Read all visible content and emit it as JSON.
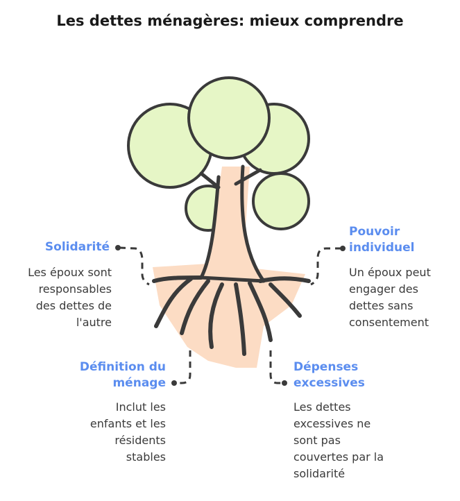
{
  "title": "Les dettes ménagères: mieux comprendre",
  "colors": {
    "accent": "#5b8def",
    "canopy": "#e6f6c6",
    "trunk": "#fcdcc4",
    "stroke": "#3a3a3a"
  },
  "items": [
    {
      "label_lines": [
        "Solidarité"
      ],
      "desc_lines": [
        "Les époux sont",
        "responsables",
        "des dettes de",
        "l'autre"
      ]
    },
    {
      "label_lines": [
        "Pouvoir",
        "individuel"
      ],
      "desc_lines": [
        "Un époux peut",
        "engager des",
        "dettes sans",
        "consentement"
      ]
    },
    {
      "label_lines": [
        "Définition du",
        "ménage"
      ],
      "desc_lines": [
        "Inclut les",
        "enfants et les",
        "résidents",
        "stables"
      ]
    },
    {
      "label_lines": [
        "Dépenses",
        "excessives"
      ],
      "desc_lines": [
        "Les dettes",
        "excessives ne",
        "sont pas",
        "couvertes par la",
        "solidarité"
      ]
    }
  ]
}
